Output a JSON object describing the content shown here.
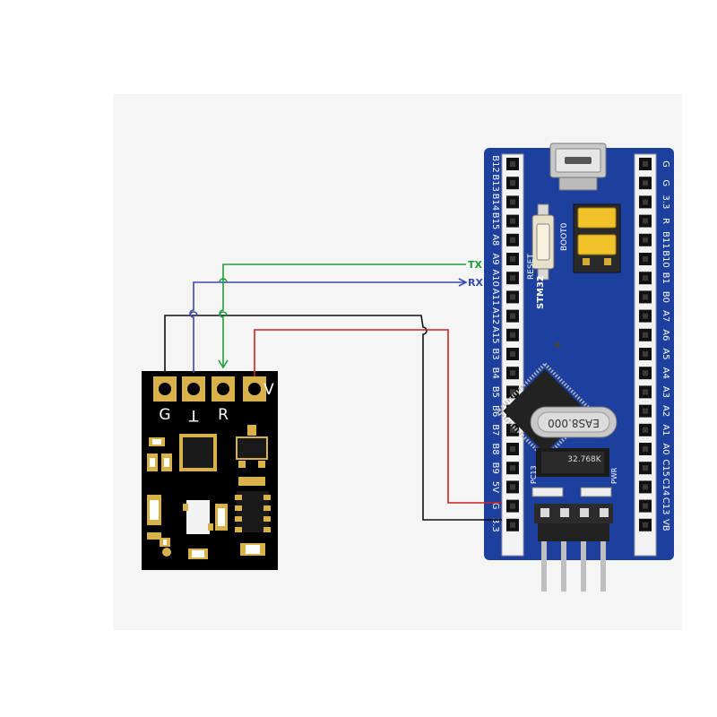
{
  "wires": {
    "tx_label": "TX",
    "rx_label": "RX",
    "tx_color": "#1e9e3a",
    "rx_color": "#3a4ab0",
    "vcc_color": "#cc2222",
    "gnd_color": "#111111"
  },
  "module": {
    "board_color": "#000000",
    "pad_color": "#d9b14a",
    "pin_labels": [
      "G",
      "T",
      "R",
      "V"
    ]
  },
  "stm32": {
    "board_color": "#1d3f9e",
    "left_pins": [
      "B12",
      "B13",
      "B14",
      "B15",
      "A8",
      "A9",
      "A10",
      "A11",
      "A12",
      "A15",
      "B3",
      "B4",
      "B5",
      "B6",
      "B7",
      "B8",
      "B9",
      "5V",
      "G",
      "3.3"
    ],
    "right_pins": [
      "G",
      "G",
      "3.3",
      "R",
      "B11",
      "B10",
      "B1",
      "B0",
      "A7",
      "A6",
      "A5",
      "A4",
      "A3",
      "A2",
      "A1",
      "A0",
      "C15",
      "C14",
      "C13",
      "VB"
    ],
    "chip_label": "STM32",
    "boot_label": "BOOT0",
    "reset_label": "RESET",
    "crystal_label": "EAS8.000",
    "rtc_crystal_label": "32.768K",
    "pc13_label": "PC13",
    "pwr_label": "PWR"
  }
}
